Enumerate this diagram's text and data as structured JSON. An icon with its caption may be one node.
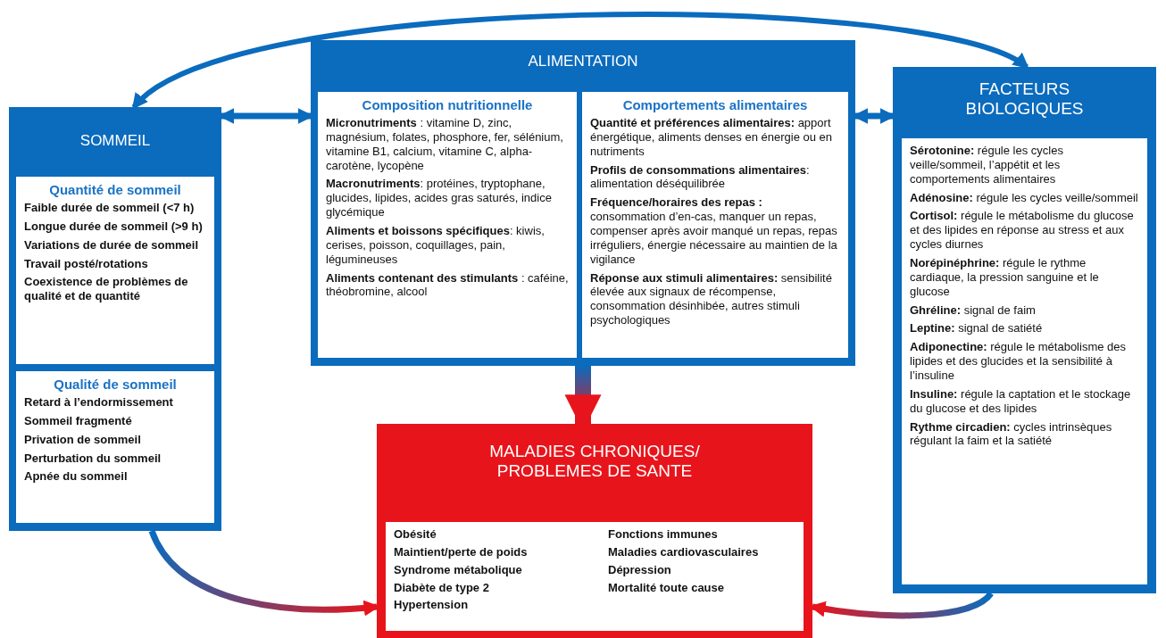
{
  "diagram": {
    "nodes": [
      {
        "text": [
          "ALIMENTATION"
        ]
      },
      {
        "text": [
          "Composition nutritionnelle",
          "**Micronutriments** : vitamine D, zinc, magnésium, folates, phosphore, fer, sélénium, vitamine B1, calcium, vitamine C, alpha-carotène, lycopène",
          "**Macronutriments**: protéines, tryptophane, glucides, lipides, acides gras saturés, indice glycémique",
          "**Aliments et boissons spécifiques**: kiwis, cerises, poisson, coquillages, pain, légumineuses",
          "**Aliments contenant des stimulants** : caféine, théobromine, alcool"
        ],
        "in": 0
      },
      {
        "text": [
          "Comportements alimentaires",
          "**Quantité et préférences alimentaires:** apport énergétique, aliments denses en énergie ou en nutriments",
          "**Profils de consommations alimentaires**: alimentation déséquilibrée",
          "**Fréquence/horaires des repas :** consommation d’en-cas, manquer un repas, compenser après avoir manqué un repas, repas irréguliers, énergie nécessaire au maintien de la vigilance",
          "**Réponse aux stimuli alimentaires:** sensibilité élevée aux signaux de récompense, consommation désinhibée, autres stimuli psychologiques"
        ],
        "in": 0
      },
      {
        "text": [
          "SOMMEIL"
        ]
      },
      {
        "text": [
          "Quantité de sommeil",
          "Faible durée de sommeil (<7 h)",
          "Longue durée de sommeil (>9 h)",
          "Variations de durée de sommeil",
          "Travail posté/rotations",
          "Coexistence de problèmes de qualité et de quantité"
        ],
        "in": 3
      },
      {
        "text": [
          "Qualité de sommeil",
          "Retard à l’endormissement",
          "Sommeil fragmenté",
          "Privation de sommeil",
          "Perturbation du sommeil",
          "Apnée du sommeil"
        ],
        "in": 3
      },
      {
        "text": [
          "FACTEURS BIOLOGIQUES"
        ]
      },
      {
        "text": [
          "**Sérotonine:** régule les cycles veille/sommeil, l’appétit et les comportements alimentaires",
          "**Adénosine:** régule les cycles veille/sommeil",
          "**Cortisol:** régule le métabolisme du glucose et des lipides en réponse au stress et aux cycles diurnes",
          "**Norépinéphrine:** régule le rythme cardiaque, la pression sanguine et le glucose",
          "**Ghréline:** signal de faim",
          "**Leptine:** signal de satiété",
          "**Adiponectine:** régule le métabolisme des lipides et des glucides et la sensibilité à l’insuline",
          "**Insuline:** régule la captation et le stockage du glucose et des lipides",
          "**Rythme circadien:** cycles intrinsèques régulant la faim et la satiété"
        ],
        "in": 6
      },
      {
        "text": [
          "MALADIES CHRONIQUES/ PROBLEMES DE SANTE"
        ]
      },
      {
        "text": [
          "Obésité",
          "Maintient/perte de poids",
          "Syndrome métabolique",
          "Diabète de type 2",
          "Hypertension",
          "Fonctions immunes",
          "Maladies cardiovasculaires",
          "Dépression",
          "Mortalité toute cause"
        ],
        "in": 8
      }
    ],
    "edges": [
      {
        "from": 3,
        "to": 0,
        "arrow": "both"
      },
      {
        "from": 0,
        "to": 6,
        "arrow": "both"
      },
      {
        "from": 3,
        "to": 6,
        "arrow": "both"
      },
      {
        "from": 0,
        "to": 8,
        "arrow": "to"
      },
      {
        "from": 3,
        "to": 8,
        "arrow": "to"
      },
      {
        "from": 6,
        "to": 8,
        "arrow": "to"
      }
    ]
  }
}
